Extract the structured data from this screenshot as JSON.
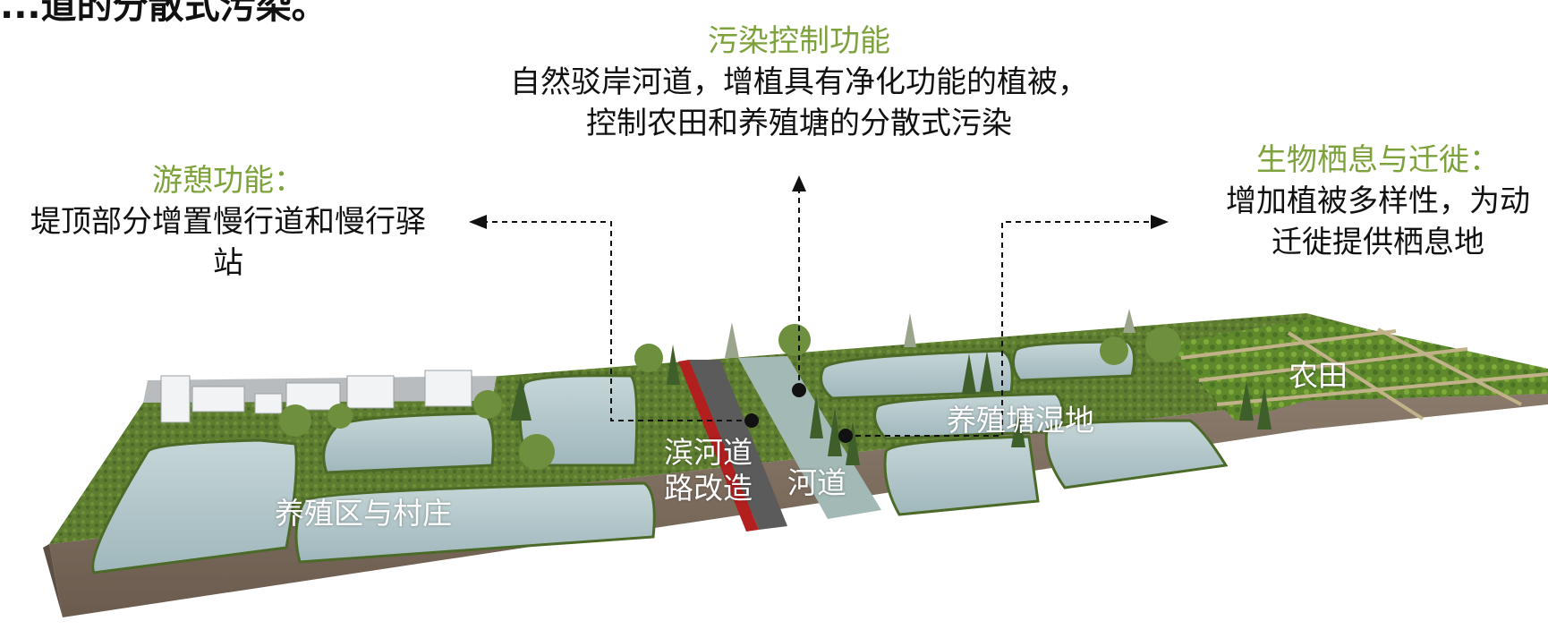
{
  "header": {
    "title_fragment": "...道的分散式污染。"
  },
  "callouts": {
    "pollution": {
      "head": "污染控制功能",
      "line1": "自然驳岸河道，增植具有净化功能的植被，",
      "line2": "控制农田和养殖塘的分散式污染"
    },
    "leisure": {
      "head": "游憩功能：",
      "line1": "堤顶部分增置慢行道和慢行驿",
      "line2": "站"
    },
    "habitat": {
      "head": "生物栖息与迁徙：",
      "line1": "增加植被多样性，为动",
      "line2": "迁徙提供栖息地"
    }
  },
  "map_labels": {
    "farmland": "农田",
    "pond_wetland": "养殖塘湿地",
    "road_line1": "滨河道",
    "road_line2": "路改造",
    "river": "河道",
    "village": "养殖区与村庄"
  },
  "colors": {
    "accent_green": "#7da23c",
    "water": "#b3c8cc",
    "grass": "#5a7a2e",
    "soil": "#7a6a5c",
    "road_red": "#b21f1f"
  }
}
